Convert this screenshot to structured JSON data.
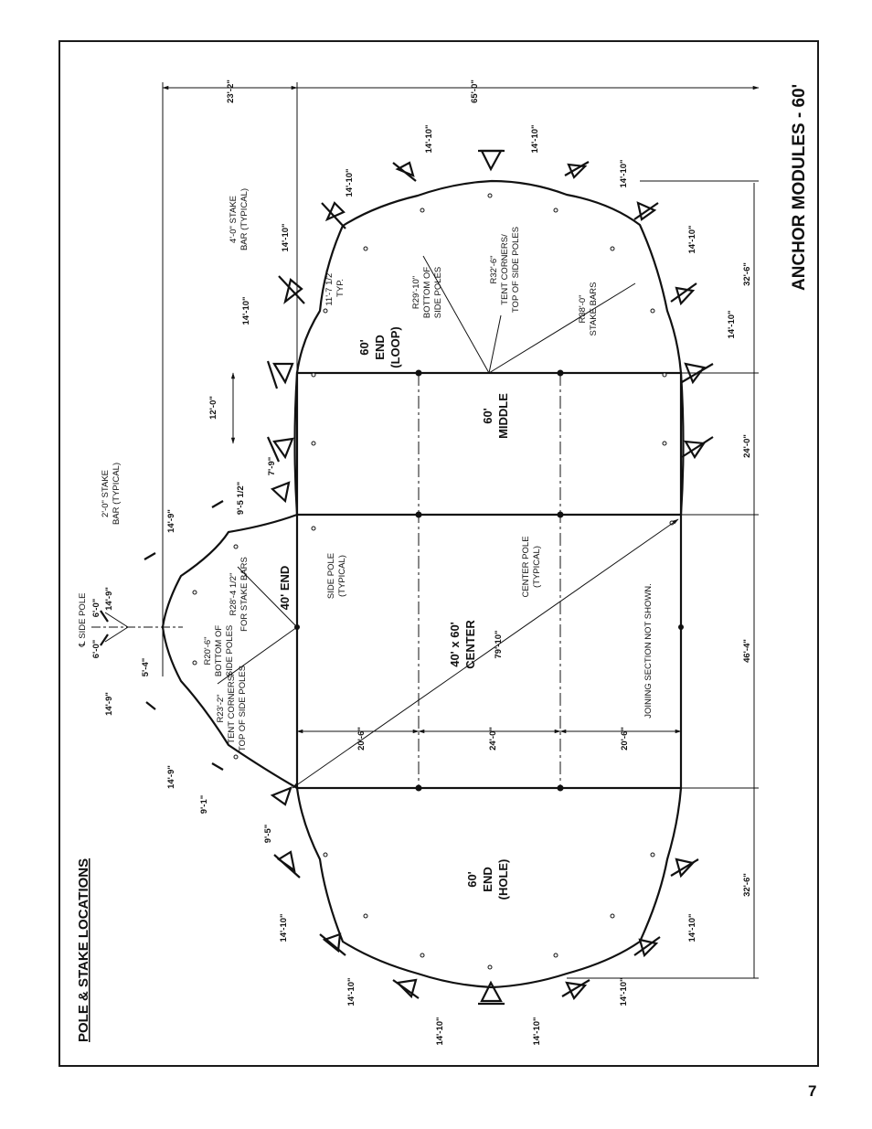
{
  "page": {
    "section_title": "POLE & STAKE LOCATIONS",
    "module_title": "ANCHOR MODULES - 60'",
    "page_number": "7"
  },
  "areas": {
    "end_hole": [
      "60'",
      "END",
      "(HOLE)"
    ],
    "center": [
      "40' x 60'",
      "CENTER"
    ],
    "middle": [
      "60'",
      "MIDDLE"
    ],
    "end_loop": [
      "60'",
      "END",
      "(LOOP)"
    ],
    "end_40": "40' END"
  },
  "callouts": {
    "side_pole": [
      "SIDE POLE",
      "(TYPICAL)"
    ],
    "center_pole": [
      "CENTER POLE",
      "(TYPICAL)"
    ],
    "joining": "JOINING SECTION NOT SHOWN.",
    "side_pole_cl": "℄ SIDE POLE",
    "stake_bar_4": [
      "4'-0\" STAKE",
      "BAR (TYPICAL)"
    ],
    "stake_bar_2": [
      "2'-0\" STAKE",
      "BAR (TYPICAL)"
    ],
    "typ_angle": [
      "11'-7 1/2\"",
      "TYP."
    ]
  },
  "radii": {
    "r29": [
      "R29'-10\"",
      "BOTTOM OF",
      "SIDE POLES"
    ],
    "r32": [
      "R32'-6\"",
      "TENT CORNERS/",
      "TOP OF SIDE POLES"
    ],
    "r38": [
      "R38'-0\"",
      "STAKE BARS"
    ],
    "r20": [
      "R20'-6\"",
      "BOTTOM OF",
      "SIDE POLES"
    ],
    "r23": [
      "R23'-2\"",
      "TENT CORNERS/",
      "TOP OF SIDE POLES"
    ],
    "r28": [
      "R28'-4 1/2\"",
      "FOR STAKE BARS"
    ]
  },
  "dims": {
    "d23_2": "23'-2\"",
    "d65_0": "65'-0\"",
    "d14_10": "14'-10\"",
    "d12_0": "12'-0\"",
    "d9_5_half": "9'-5 1/2\"",
    "d7_9": "7'-9\"",
    "d14_9": "14'-9\"",
    "d6_0": "6'-0\"",
    "d5_4": "5'-4\"",
    "d9_1": "9'-1\"",
    "d9_5": "9'-5\"",
    "d20_6": "20'-6\"",
    "d24_0": "24'-0\"",
    "d79_10": "79'-10\"",
    "d46_4": "46'-4\"",
    "d32_6": "32'-6\""
  }
}
